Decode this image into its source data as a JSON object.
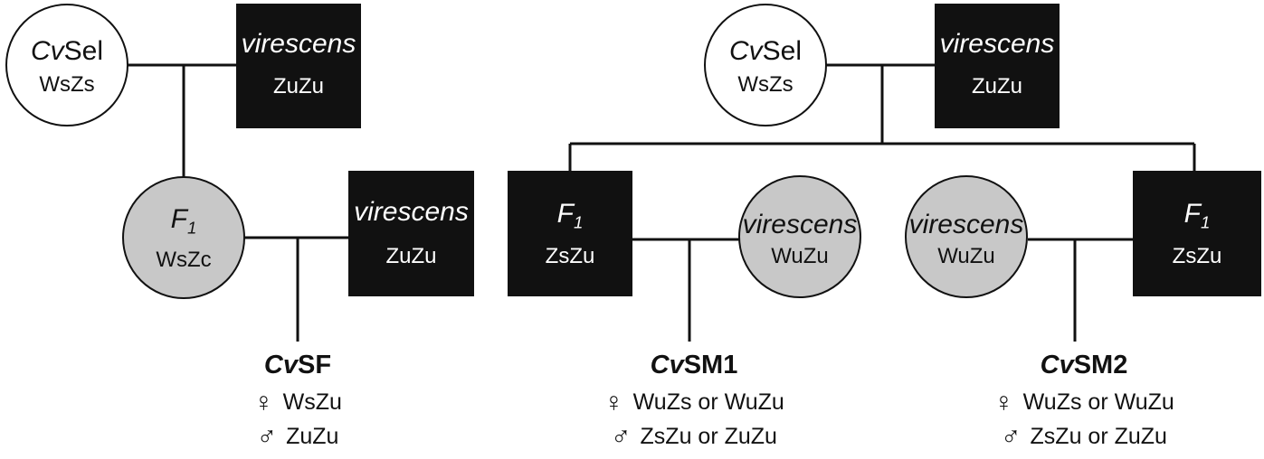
{
  "cross1": {
    "mother": {
      "name_pre": "Cv",
      "name_post": "Sel",
      "genotype": "WsZs"
    },
    "father": {
      "name": "virescens",
      "genotype": "ZuZu"
    },
    "f1": {
      "name": "F",
      "sub": "1",
      "genotype": "WsZc"
    },
    "partner": {
      "name": "virescens",
      "genotype": "ZuZu"
    },
    "offspring": {
      "title_pre": "Cv",
      "title_post": "SF",
      "female_symbol": "♀",
      "female_genotype": "WsZu",
      "male_symbol": "♂",
      "male_genotype": "ZuZu"
    }
  },
  "cross2": {
    "mother": {
      "name_pre": "Cv",
      "name_post": "Sel",
      "genotype": "WsZs"
    },
    "father": {
      "name": "virescens",
      "genotype": "ZuZu"
    },
    "left_f1": {
      "name": "F",
      "sub": "1",
      "genotype": "ZsZu"
    },
    "left_partner": {
      "name": "virescens",
      "genotype": "WuZu"
    },
    "left_offspring": {
      "title_pre": "Cv",
      "title_post": "SM1",
      "female_symbol": "♀",
      "female_genotype": "WuZs or WuZu",
      "male_symbol": "♂",
      "male_genotype": "ZsZu or ZuZu"
    },
    "right_partner": {
      "name": "virescens",
      "genotype": "WuZu"
    },
    "right_f1": {
      "name": "F",
      "sub": "1",
      "genotype": "ZsZu"
    },
    "right_offspring": {
      "title_pre": "Cv",
      "title_post": "SM2",
      "female_symbol": "♀",
      "female_genotype": "WuZs or WuZu",
      "male_symbol": "♂",
      "male_genotype": "ZsZu or ZuZu"
    }
  },
  "colors": {
    "male_fill": "#111111",
    "female_parent_fill": "#ffffff",
    "hybrid_fill": "#c8c8c8",
    "line": "#111111"
  }
}
